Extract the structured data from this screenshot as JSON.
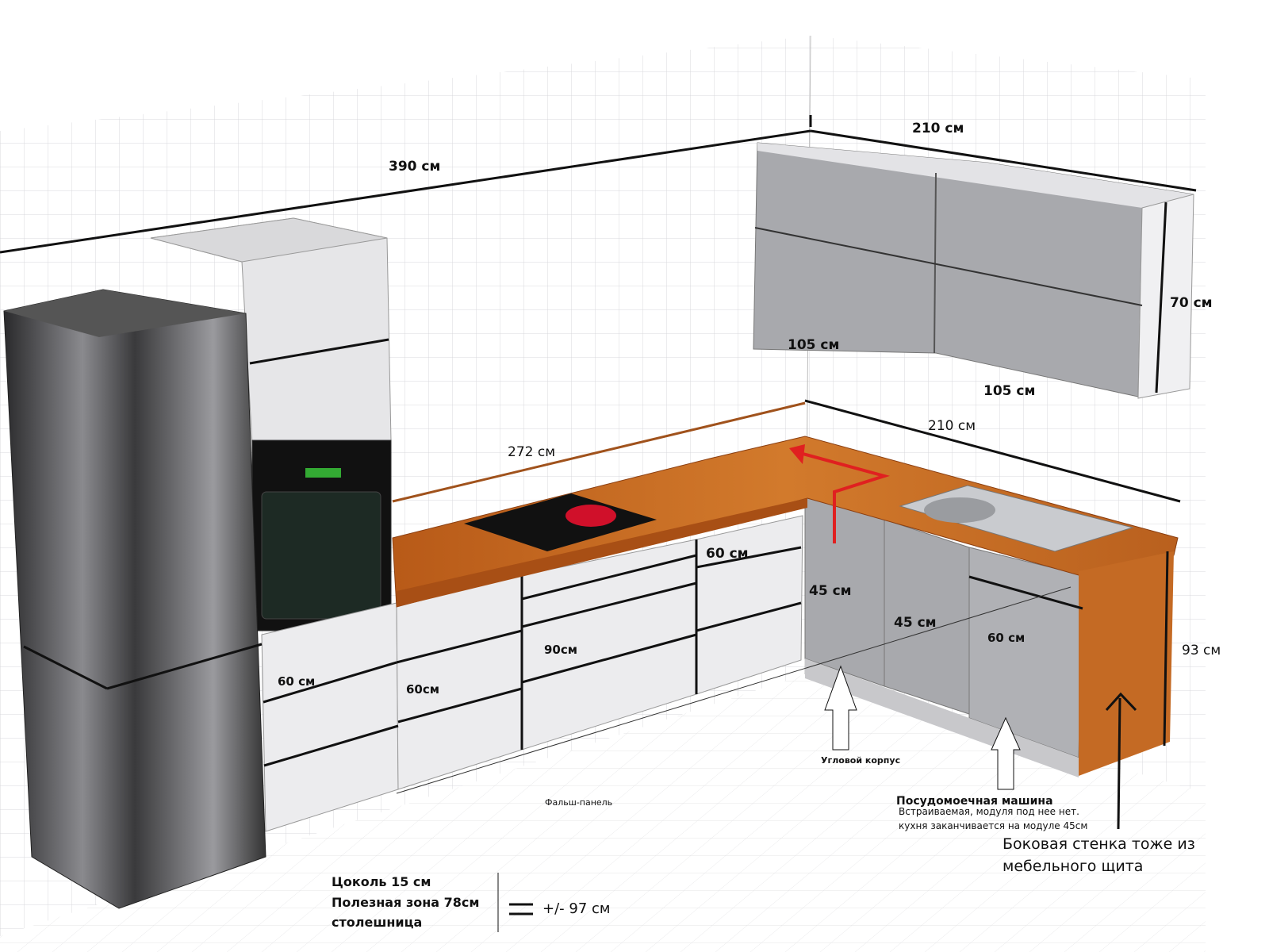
{
  "dimensions": {
    "back_wall_length": "390 см",
    "upper_right_length": "210 см",
    "upper_height": "70 см",
    "upper_left_width": "105 см",
    "upper_right_width": "105 см",
    "countertop_left": "272 см",
    "countertop_right": "210 см",
    "side_height": "93 см",
    "module_60_top": "60 см",
    "module_45_corner": "45 см",
    "module_45": "45 см",
    "module_60_dishwasher": "60 см",
    "module_90": "90см",
    "module_60_left": "60 см",
    "module_60_mid": "60см"
  },
  "annotations": {
    "corner_unit": "Угловой корпус",
    "false_panel": "Фальш-панель",
    "dishwasher_title": "Посудомоечная машина",
    "dishwasher_note_1": "Встраиваемая, модуля под нее нет.",
    "dishwasher_note_2": "кухня заканчивается на модуле 45см",
    "side_panel_1": "Боковая стенка тоже из",
    "side_panel_2": "мебельного щита"
  },
  "height_summary": {
    "plinth": "Цоколь 15 см",
    "useful_zone": "Полезная зона 78см",
    "countertop": "столешница",
    "total": "+/- 97 см"
  },
  "colors": {
    "wood": "#c4661f",
    "cabinet_white": "#ececee",
    "cabinet_gray": "#a8a9ad",
    "arrow_red": "#e02020"
  }
}
